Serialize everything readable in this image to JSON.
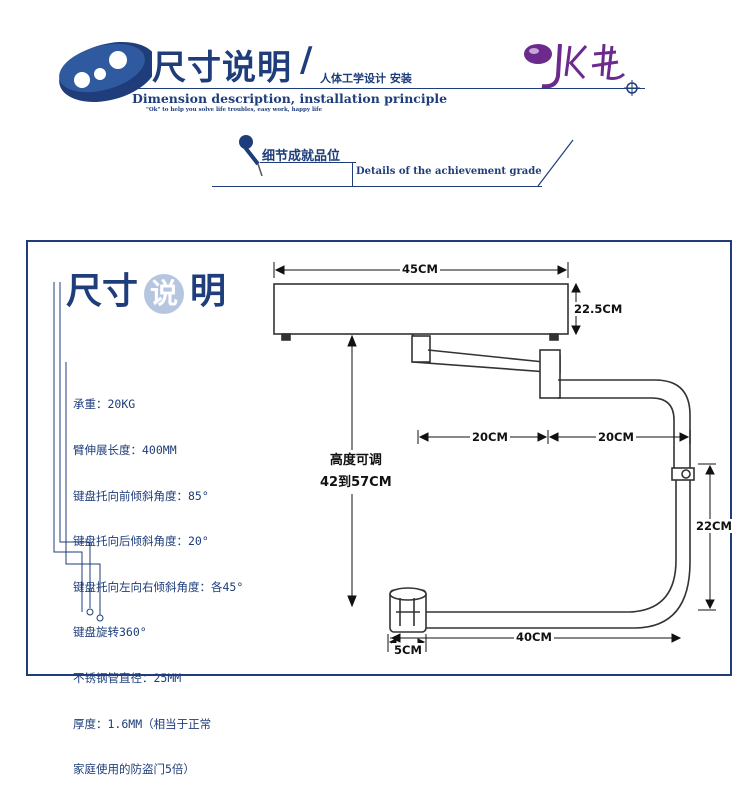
{
  "header": {
    "title": "尺寸说明",
    "subtitle": "人体工学设计 安装",
    "english_title": "Dimension description, installation principle",
    "english_tagline": "\"Ok\" to help you solve life troubles, easy work, happy life",
    "logo_text": "JK托"
  },
  "detail_banner": {
    "chinese": "细节成就品位",
    "english": "Details of the achievement grade"
  },
  "section": {
    "title_a": "尺寸",
    "title_b": "说",
    "title_c": "明"
  },
  "specs": [
    "承重：20KG",
    "臂伸展长度：400MM",
    "键盘托向前倾斜角度：85°",
    "键盘托向后倾斜角度：20°",
    "键盘托向左向右倾斜角度：各45°",
    "键盘旋转360°",
    "不锈钢管直径：25MM",
    "厚度：1.6MM（相当于正常",
    "家庭使用的防盗门5倍）"
  ],
  "dimensions": {
    "width": "45CM",
    "thickness": "22.5CM",
    "height_label": "高度可调",
    "height_range": "42到57CM",
    "arm_left": "20CM",
    "arm_right": "20CM",
    "vertical": "22CM",
    "bottom": "40CM",
    "clamp": "5CM"
  },
  "colors": {
    "brand_blue": "#1e3d7a",
    "logo_purple": "#6b2a8c",
    "drawing": "#333333"
  }
}
